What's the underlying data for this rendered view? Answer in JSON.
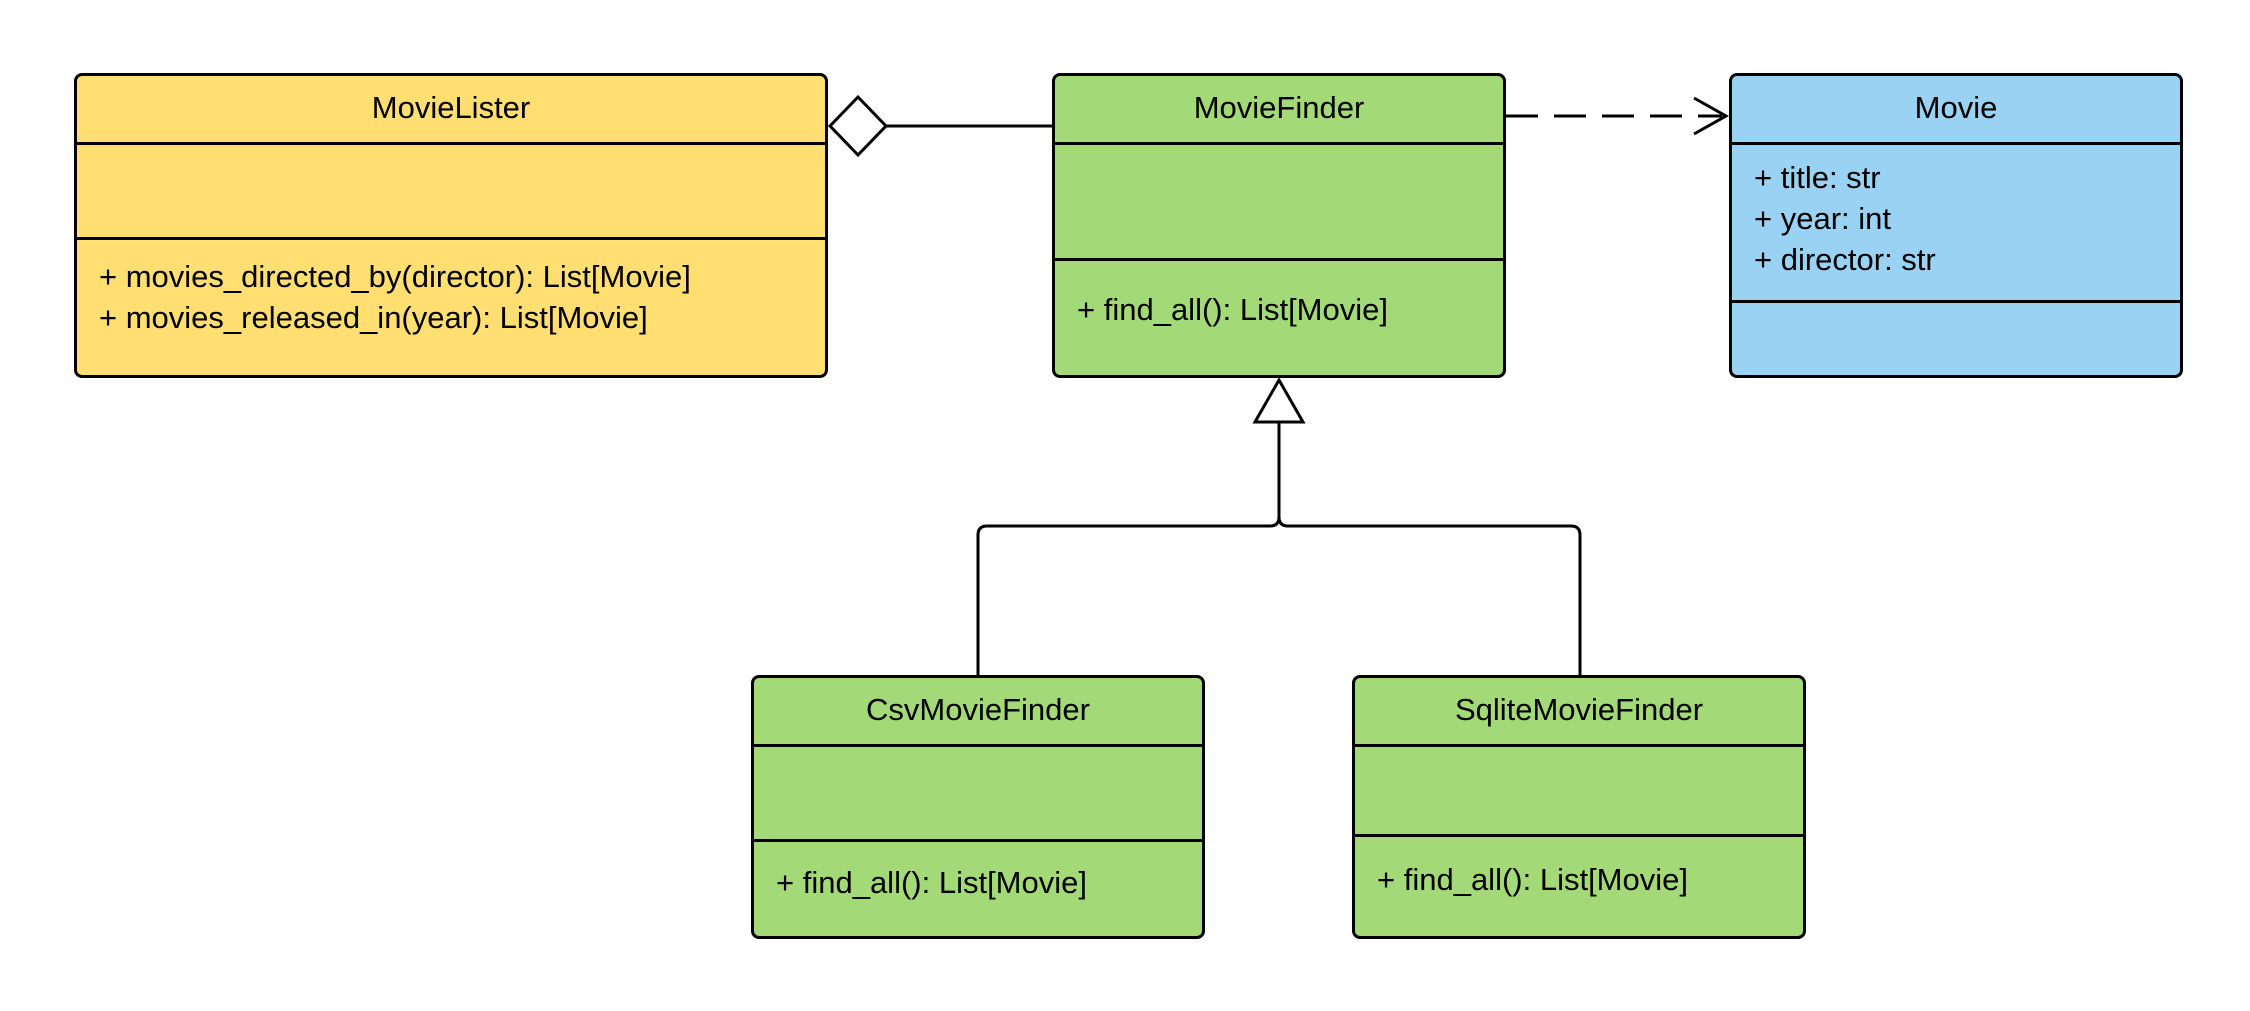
{
  "colors": {
    "lister_fill": "#FFDF71",
    "finder_fill": "#A3D977",
    "movie_fill": "#99D2F2",
    "stroke": "#000000"
  },
  "classes": {
    "movie_lister": {
      "name": "MovieLister",
      "attributes": [],
      "operations": [
        "+ movies_directed_by(director): List[Movie]",
        "+ movies_released_in(year): List[Movie]"
      ]
    },
    "movie_finder": {
      "name": "MovieFinder",
      "attributes": [],
      "operations": [
        "+ find_all(): List[Movie]"
      ]
    },
    "movie": {
      "name": "Movie",
      "attributes": [
        "+ title: str",
        "+ year: int",
        "+ director: str"
      ],
      "operations": []
    },
    "csv_movie_finder": {
      "name": "CsvMovieFinder",
      "attributes": [],
      "operations": [
        "+ find_all(): List[Movie]"
      ]
    },
    "sqlite_movie_finder": {
      "name": "SqliteMovieFinder",
      "attributes": [],
      "operations": [
        "+ find_all(): List[Movie]"
      ]
    }
  },
  "relationships": [
    {
      "type": "aggregation",
      "from": "MovieLister",
      "to": "MovieFinder"
    },
    {
      "type": "dependency",
      "from": "MovieFinder",
      "to": "Movie"
    },
    {
      "type": "generalization",
      "from": "CsvMovieFinder",
      "to": "MovieFinder"
    },
    {
      "type": "generalization",
      "from": "SqliteMovieFinder",
      "to": "MovieFinder"
    }
  ]
}
